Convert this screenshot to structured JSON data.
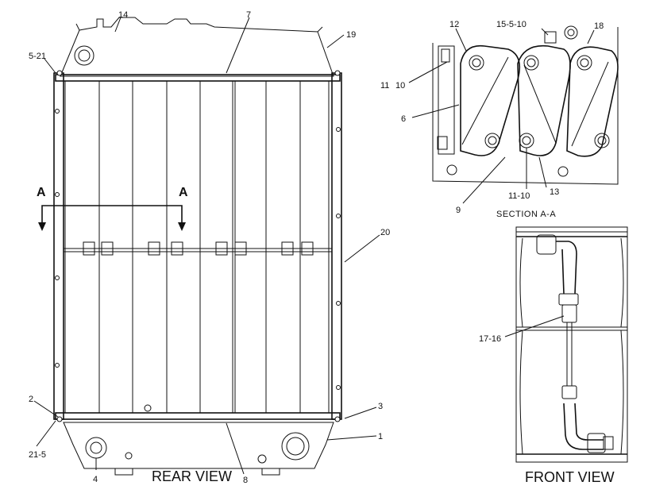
{
  "views": {
    "rear_view_title": "REAR VIEW",
    "front_view_title": "FRONT VIEW",
    "section_title": "SECTION A-A",
    "section_marker": "A"
  },
  "callouts": {
    "c14": "14",
    "c7": "7",
    "c19": "19",
    "c5_21": "5-21",
    "c20": "20",
    "c2": "2",
    "c21_5": "21-5",
    "c3": "3",
    "c1": "1",
    "c4": "4",
    "c8": "8",
    "c12": "12",
    "c15_5_10": "15-5-10",
    "c18": "18",
    "c11": "11",
    "c10": "10",
    "c6": "6",
    "c9": "9",
    "c11_10": "11-10",
    "c13": "13",
    "c17_16": "17-16"
  }
}
